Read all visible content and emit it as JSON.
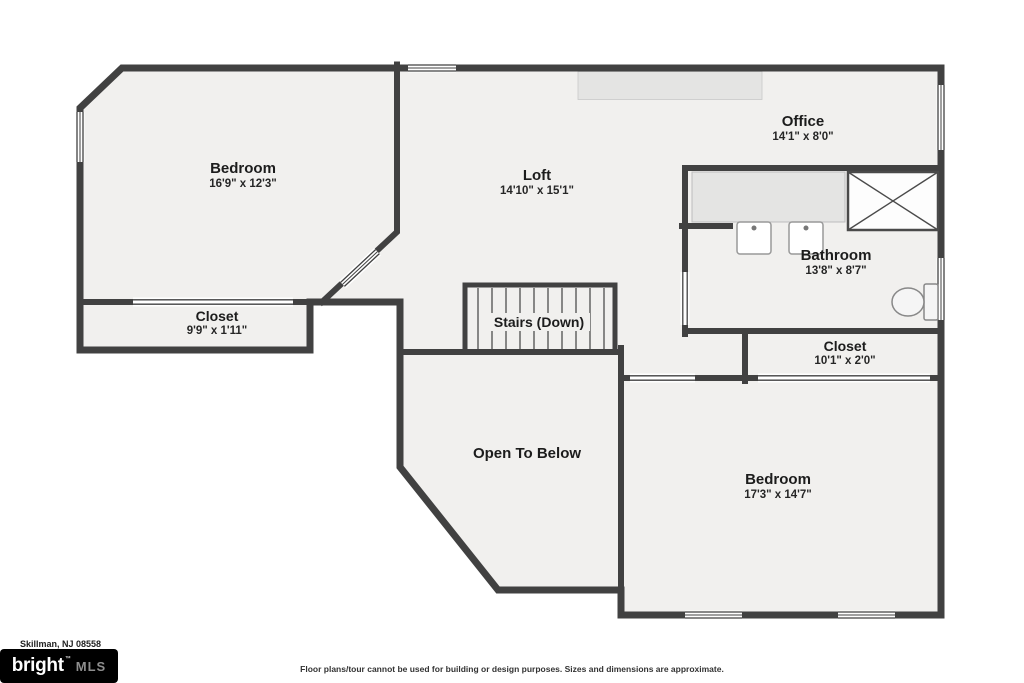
{
  "colors": {
    "wall": "#414141",
    "floor": "#f1f0ee",
    "fixture_gray": "#e4e4e3"
  },
  "rooms": {
    "bedroom1": {
      "name": "Bedroom",
      "dims": "16'9\" x 12'3\""
    },
    "loft": {
      "name": "Loft",
      "dims": "14'10\" x 15'1\""
    },
    "office": {
      "name": "Office",
      "dims": "14'1\" x 8'0\""
    },
    "bathroom": {
      "name": "Bathroom",
      "dims": "13'8\" x 8'7\""
    },
    "closet1": {
      "name": "Closet",
      "dims": "9'9\" x 1'11\""
    },
    "stairs": {
      "name": "Stairs (Down)"
    },
    "closet2": {
      "name": "Closet",
      "dims": "10'1\" x 2'0\""
    },
    "bedroom2": {
      "name": "Bedroom",
      "dims": "17'3\" x 14'7\""
    },
    "open_to_below": {
      "name": "Open To Below"
    }
  },
  "footer": {
    "address": "Skillman, NJ 08558",
    "disclaimer": "Floor plans/tour cannot be used for building or design purposes. Sizes and dimensions are approximate.",
    "logo": {
      "brand": "bright",
      "tm": "™",
      "suffix": "MLS"
    }
  }
}
